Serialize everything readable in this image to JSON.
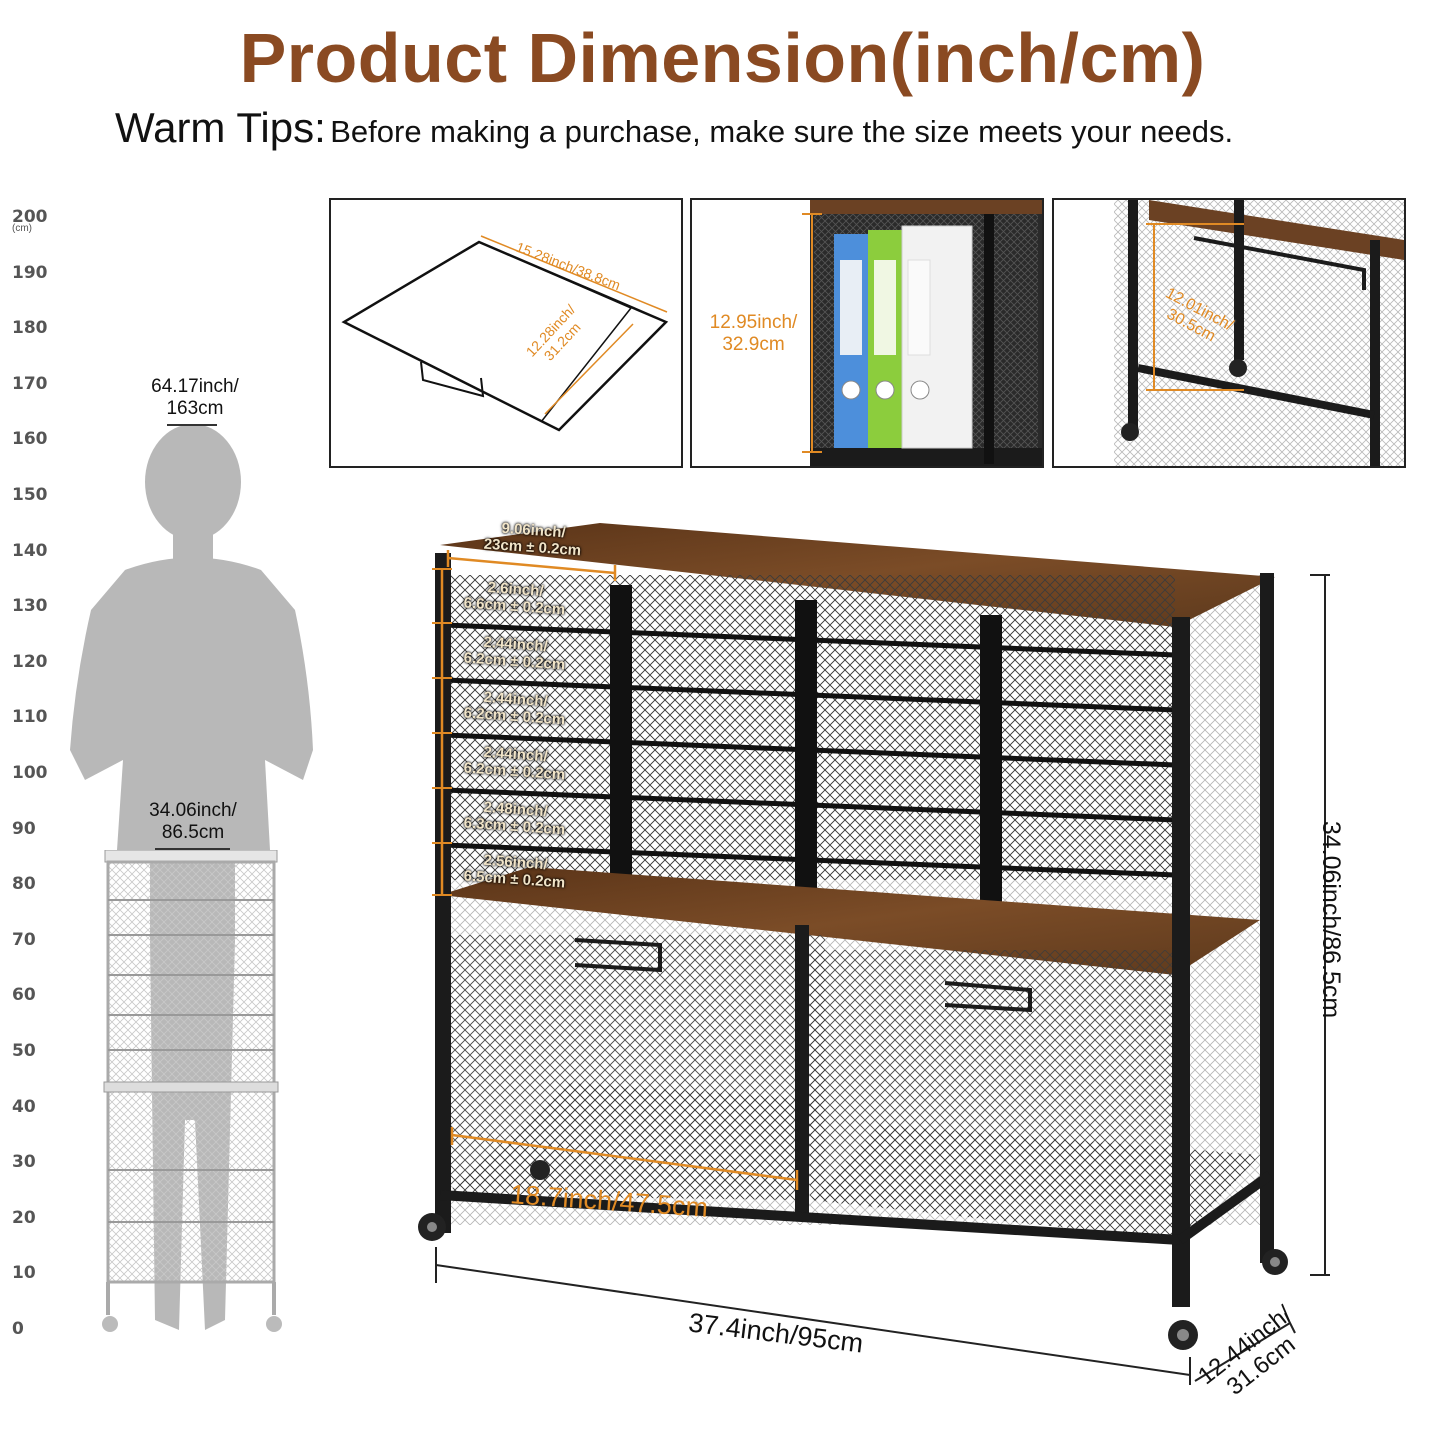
{
  "title": "Product Dimension(inch/cm)",
  "tips": {
    "lead": "Warm Tips:",
    "text": "Before making a purchase, make sure the size meets your needs."
  },
  "ruler": {
    "unit": "(cm)",
    "ticks": [
      "200",
      "190",
      "180",
      "170",
      "160",
      "150",
      "140",
      "130",
      "120",
      "110",
      "100",
      "90",
      "80",
      "70",
      "60",
      "50",
      "40",
      "30",
      "20",
      "10",
      "0"
    ]
  },
  "person_height": {
    "line1": "64.17inch/",
    "line2": "163cm"
  },
  "side_height": {
    "line1": "34.06inch/",
    "line2": "86.5cm"
  },
  "panels": {
    "tray": {
      "width": "15.28inch/38.8cm",
      "depth_l1": "12.28inch/",
      "depth_l2": "31.2cm"
    },
    "binders": {
      "line1": "12.95inch/",
      "line2": "32.9cm"
    },
    "basket": {
      "line1": "12.01inch/",
      "line2": "30.5cm"
    }
  },
  "main": {
    "top_width": {
      "line1": "9.06inch/",
      "line2": "23cm ± 0.2cm"
    },
    "drawers": [
      {
        "line1": "2.6inch/",
        "line2": "6.6cm ± 0.2cm"
      },
      {
        "line1": "2.44inch/",
        "line2": "6.2cm ± 0.2cm"
      },
      {
        "line1": "2.44inch/",
        "line2": "6.2cm ± 0.2cm"
      },
      {
        "line1": "2.44inch/",
        "line2": "6.2cm ± 0.2cm"
      },
      {
        "line1": "2.48inch/",
        "line2": "6.3cm ± 0.2cm"
      },
      {
        "line1": "2.56inch/",
        "line2": "6.5cm ± 0.2cm"
      }
    ],
    "inner_width": "18.7inch/47.5cm",
    "total_width": "37.4inch/95cm",
    "height": "34.06inch/86.5cm",
    "depth": {
      "line1": "12.44inch/",
      "line2": "31.6cm"
    }
  },
  "colors": {
    "title": "#8a4a22",
    "accent": "#e08a24",
    "wood": "#6b4123",
    "frame": "#1b1b1b"
  }
}
